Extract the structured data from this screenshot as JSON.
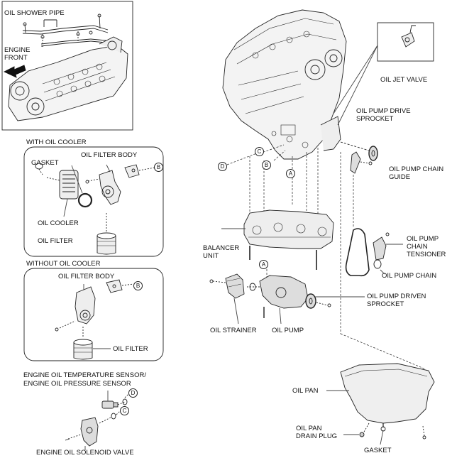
{
  "labels": {
    "oil_shower_pipe": "OIL SHOWER PIPE",
    "engine_front_1": "ENGINE",
    "engine_front_2": "FRONT",
    "with_oil_cooler": "WITH OIL COOLER",
    "oil_filter_body_1": "OIL FILTER BODY",
    "gasket_1": "GASKET",
    "oil_cooler": "OIL COOLER",
    "oil_filter_1": "OIL FILTER",
    "without_oil_cooler": "WITHOUT OIL COOLER",
    "oil_filter_body_2": "OIL FILTER BODY",
    "oil_filter_2": "OIL FILTER",
    "sensor_line1": "ENGINE OIL TEMPERATURE SENSOR/",
    "sensor_line2": "ENGINE OIL PRESSURE SENSOR",
    "solenoid_valve": "ENGINE OIL SOLENOID VALVE",
    "oil_jet_valve": "OIL JET VALVE",
    "pump_drive_sprocket_1": "OIL PUMP DRIVE",
    "pump_drive_sprocket_2": "SPROCKET",
    "chain_guide_1": "OIL PUMP CHAIN",
    "chain_guide_2": "GUIDE",
    "balancer_1": "BALANCER",
    "balancer_2": "UNIT",
    "tensioner_1": "OIL PUMP",
    "tensioner_2": "CHAIN",
    "tensioner_3": "TENSIONER",
    "pump_chain": "OIL PUMP CHAIN",
    "driven_sprocket_1": "OIL PUMP DRIVEN",
    "driven_sprocket_2": "SPROCKET",
    "oil_strainer": "OIL STRAINER",
    "oil_pump": "OIL PUMP",
    "oil_pan": "OIL PAN",
    "drain_plug_1": "OIL PAN",
    "drain_plug_2": "DRAIN PLUG",
    "gasket_2": "GASKET"
  },
  "callouts": {
    "a": "A",
    "b": "B",
    "c": "C",
    "d": "D"
  }
}
